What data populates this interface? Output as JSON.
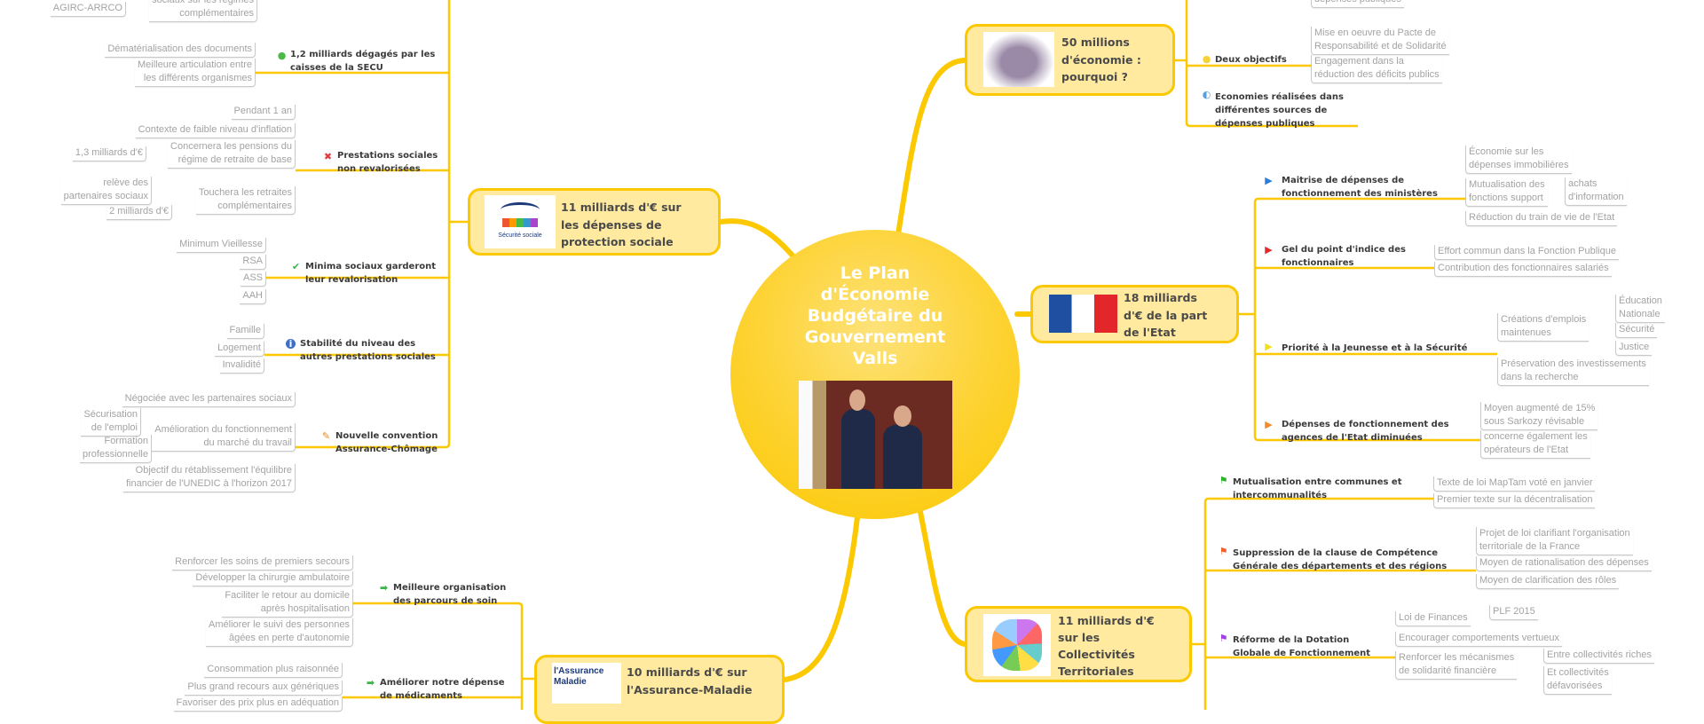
{
  "central": {
    "title": "Le Plan\nd'Économie\nBudgétaire du\nGouvernement\nValls"
  },
  "branches": {
    "secu": {
      "title": "11 milliards d'€ sur\nles dépenses de\nprotection sociale",
      "logo_text": "Sécurité sociale",
      "truncated": {
        "label": "sociaux sur les régimes\ncomplémentaires",
        "sub": "AGIRC-ARRCO"
      },
      "topics": [
        {
          "label": "1,2 milliards dégagés par les\ncaisses de la SECU",
          "icon": "green-gem-icon",
          "children": [
            {
              "label": "Dématérialisation des documents"
            },
            {
              "label": "Meilleure articulation entre\nles différents organismes"
            }
          ]
        },
        {
          "label": "Prestations sociales\nnon revalorisées",
          "icon": "red-cross-icon",
          "children": [
            {
              "label": "Pendant 1 an"
            },
            {
              "label": "Contexte de faible niveau d'inflation"
            },
            {
              "label": "Concernera les pensions du\nrégime de retraite de base",
              "children": [
                {
                  "label": "1,3 milliards d'€"
                }
              ]
            },
            {
              "label": "Touchera les retraites\ncomplémentaires",
              "children": [
                {
                  "label": "relève des\npartenaires sociaux"
                },
                {
                  "label": "2 milliards d'€"
                }
              ]
            }
          ]
        },
        {
          "label": "Minima sociaux garderont\nleur revalorisation",
          "icon": "checkmark-icon",
          "children": [
            {
              "label": "Minimum Vieillesse"
            },
            {
              "label": "RSA"
            },
            {
              "label": "ASS"
            },
            {
              "label": "AAH"
            }
          ]
        },
        {
          "label": "Stabilité du niveau des\nautres prestations sociales",
          "icon": "info-icon",
          "children": [
            {
              "label": "Famille"
            },
            {
              "label": "Logement"
            },
            {
              "label": "Invalidité"
            }
          ]
        },
        {
          "label": "Nouvelle convention\nAssurance-Chômage",
          "icon": "memo-icon",
          "children": [
            {
              "label": "Négociée avec les partenaires sociaux"
            },
            {
              "label": "Amélioration du fonctionnement\ndu marché du travail",
              "children": [
                {
                  "label": "Sécurisation\nde l'emploi"
                },
                {
                  "label": "Formation\nprofessionnelle"
                }
              ]
            },
            {
              "label": "Objectif du rétablissement l'équilibre\nfinancier de l'UNEDIC à l'horizon 2017"
            }
          ]
        }
      ]
    },
    "maladie": {
      "title": "10 milliards d'€ sur\nl'Assurance-Maladie",
      "logo_text": "l'Assurance Maladie",
      "topics": [
        {
          "label": "Meilleure organisation\ndes parcours de soin",
          "icon": "green-arrow-icon",
          "children": [
            {
              "label": "Renforcer les soins de premiers secours"
            },
            {
              "label": "Développer la chirurgie ambulatoire"
            },
            {
              "label": "Faciliter le retour au domicile\naprès hospitalisation"
            },
            {
              "label": "Améliorer le suivi des personnes\nâgées en perte d'autonomie"
            }
          ]
        },
        {
          "label": "Améliorer notre dépense\nde médicaments",
          "icon": "green-arrow-icon",
          "children": [
            {
              "label": "Consommation plus raisonnée"
            },
            {
              "label": "Plus grand recours aux génériques"
            },
            {
              "label": "Favoriser des prix plus en adéquation"
            }
          ]
        }
      ]
    },
    "pourquoi": {
      "title": "50 millions\nd'économie :\npourquoi ?",
      "truncated": {
        "label": "dépenses publiques"
      },
      "topics": [
        {
          "label": "Deux objectifs",
          "icon": "lightbulb-icon",
          "children": [
            {
              "label": "Mise en oeuvre du Pacte de\nResponsabilité et de Solidarité"
            },
            {
              "label": "Engagement dans la\nréduction des déficits publics"
            }
          ]
        },
        {
          "label": "Economies réalisées dans\ndifférentes sources de\ndépenses publiques",
          "icon": "euro-icon",
          "children": []
        }
      ]
    },
    "etat": {
      "title": "18 milliards\nd'€ de la part\nde l'Etat",
      "topics": [
        {
          "label": "Maitrise de dépenses de\nfonctionnement des ministères",
          "icon": "blue-tag-icon",
          "children": [
            {
              "label": "Économie sur les\ndépenses immobilières"
            },
            {
              "label": "Mutualisation des\nfonctions support",
              "children": [
                {
                  "label": "achats\nd'information"
                }
              ]
            },
            {
              "label": "Réduction du train de vie de l'Etat"
            }
          ]
        },
        {
          "label": "Gel du point d'indice des\nfonctionnaires",
          "icon": "red-tag-icon",
          "children": [
            {
              "label": "Effort commun dans la Fonction Publique"
            },
            {
              "label": "Contribution des fonctionnaires salariés"
            }
          ]
        },
        {
          "label": "Priorité à la Jeunesse et à la Sécurité",
          "icon": "yellow-tag-icon",
          "children": [
            {
              "label": "Créations d'emplois\nmaintenues",
              "children": [
                {
                  "label": "Éducation\nNationale"
                },
                {
                  "label": "Sécurité"
                },
                {
                  "label": "Justice"
                }
              ]
            },
            {
              "label": "Préservation des investissements\ndans la recherche"
            }
          ]
        },
        {
          "label": "Dépenses de fonctionnement des\nagences de l'Etat diminuées",
          "icon": "orange-tag-icon",
          "children": [
            {
              "label": "Moyen augmenté de 15%\nsous Sarkozy révisable"
            },
            {
              "label": "concerne également les\nopérateurs de l'Etat"
            }
          ]
        }
      ]
    },
    "collectivites": {
      "title": "11 milliards d'€\nsur les\nCollectivités\nTerritoriales",
      "topics": [
        {
          "label": "Mutualisation entre communes et\nintercommunalités",
          "icon": "green-flag-icon",
          "children": [
            {
              "label": "Texte de loi MapTam voté en janvier"
            },
            {
              "label": "Premier texte sur la décentralisation"
            }
          ]
        },
        {
          "label": "Suppression de la clause de Compétence\nGénérale des départements et des régions",
          "icon": "orange-flag-icon",
          "children": [
            {
              "label": "Projet de loi clarifiant l'organisation\nterritoriale de la France"
            },
            {
              "label": "Moyen de rationalisation des dépenses"
            },
            {
              "label": "Moyen de clarification des rôles"
            }
          ]
        },
        {
          "label": "Réforme de la Dotation\nGlobale de Fonctionnement",
          "icon": "purple-flag-icon",
          "children": [
            {
              "label": "Loi de Finances",
              "children": [
                {
                  "label": "PLF 2015"
                }
              ]
            },
            {
              "label": "Encourager comportements vertueux"
            },
            {
              "label": "Renforcer les mécanismes\nde solidarité financière",
              "children": [
                {
                  "label": "Entre collectivités riches"
                },
                {
                  "label": "Et collectivités\ndéfavorisées"
                }
              ]
            }
          ]
        }
      ]
    }
  },
  "colors": {
    "accent": "#fcc800",
    "node_fill": "#ffeaa0",
    "leaf_text": "#a3a3a3",
    "topic_text": "#3a3a3a"
  }
}
